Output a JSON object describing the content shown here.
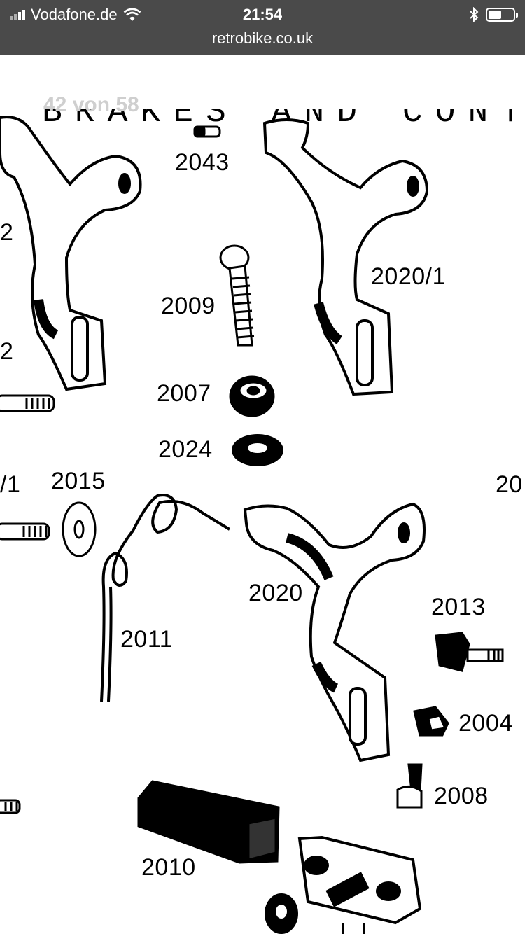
{
  "status_bar": {
    "carrier": "Vodafone.de",
    "time": "21:54",
    "url": "retrobike.co.uk",
    "icons": [
      "signal-icon",
      "wifi-icon",
      "bluetooth-icon",
      "battery-icon"
    ]
  },
  "document": {
    "page_counter": "42 von 58",
    "header_text": "BRAKES AND CONTROL SY",
    "part_labels": {
      "p2043": "2043",
      "p2009": "2009",
      "p2020_1": "2020/1",
      "p2007": "2007",
      "p2024": "2024",
      "p2015": "2015",
      "p2020": "2020",
      "p2011": "2011",
      "p2013": "2013",
      "p2004": "2004",
      "p2008": "2008",
      "p2010": "2010",
      "edge_left_2a": "2",
      "edge_left_2b": "2",
      "edge_left_1": "/1",
      "edge_right_20": "20"
    }
  }
}
